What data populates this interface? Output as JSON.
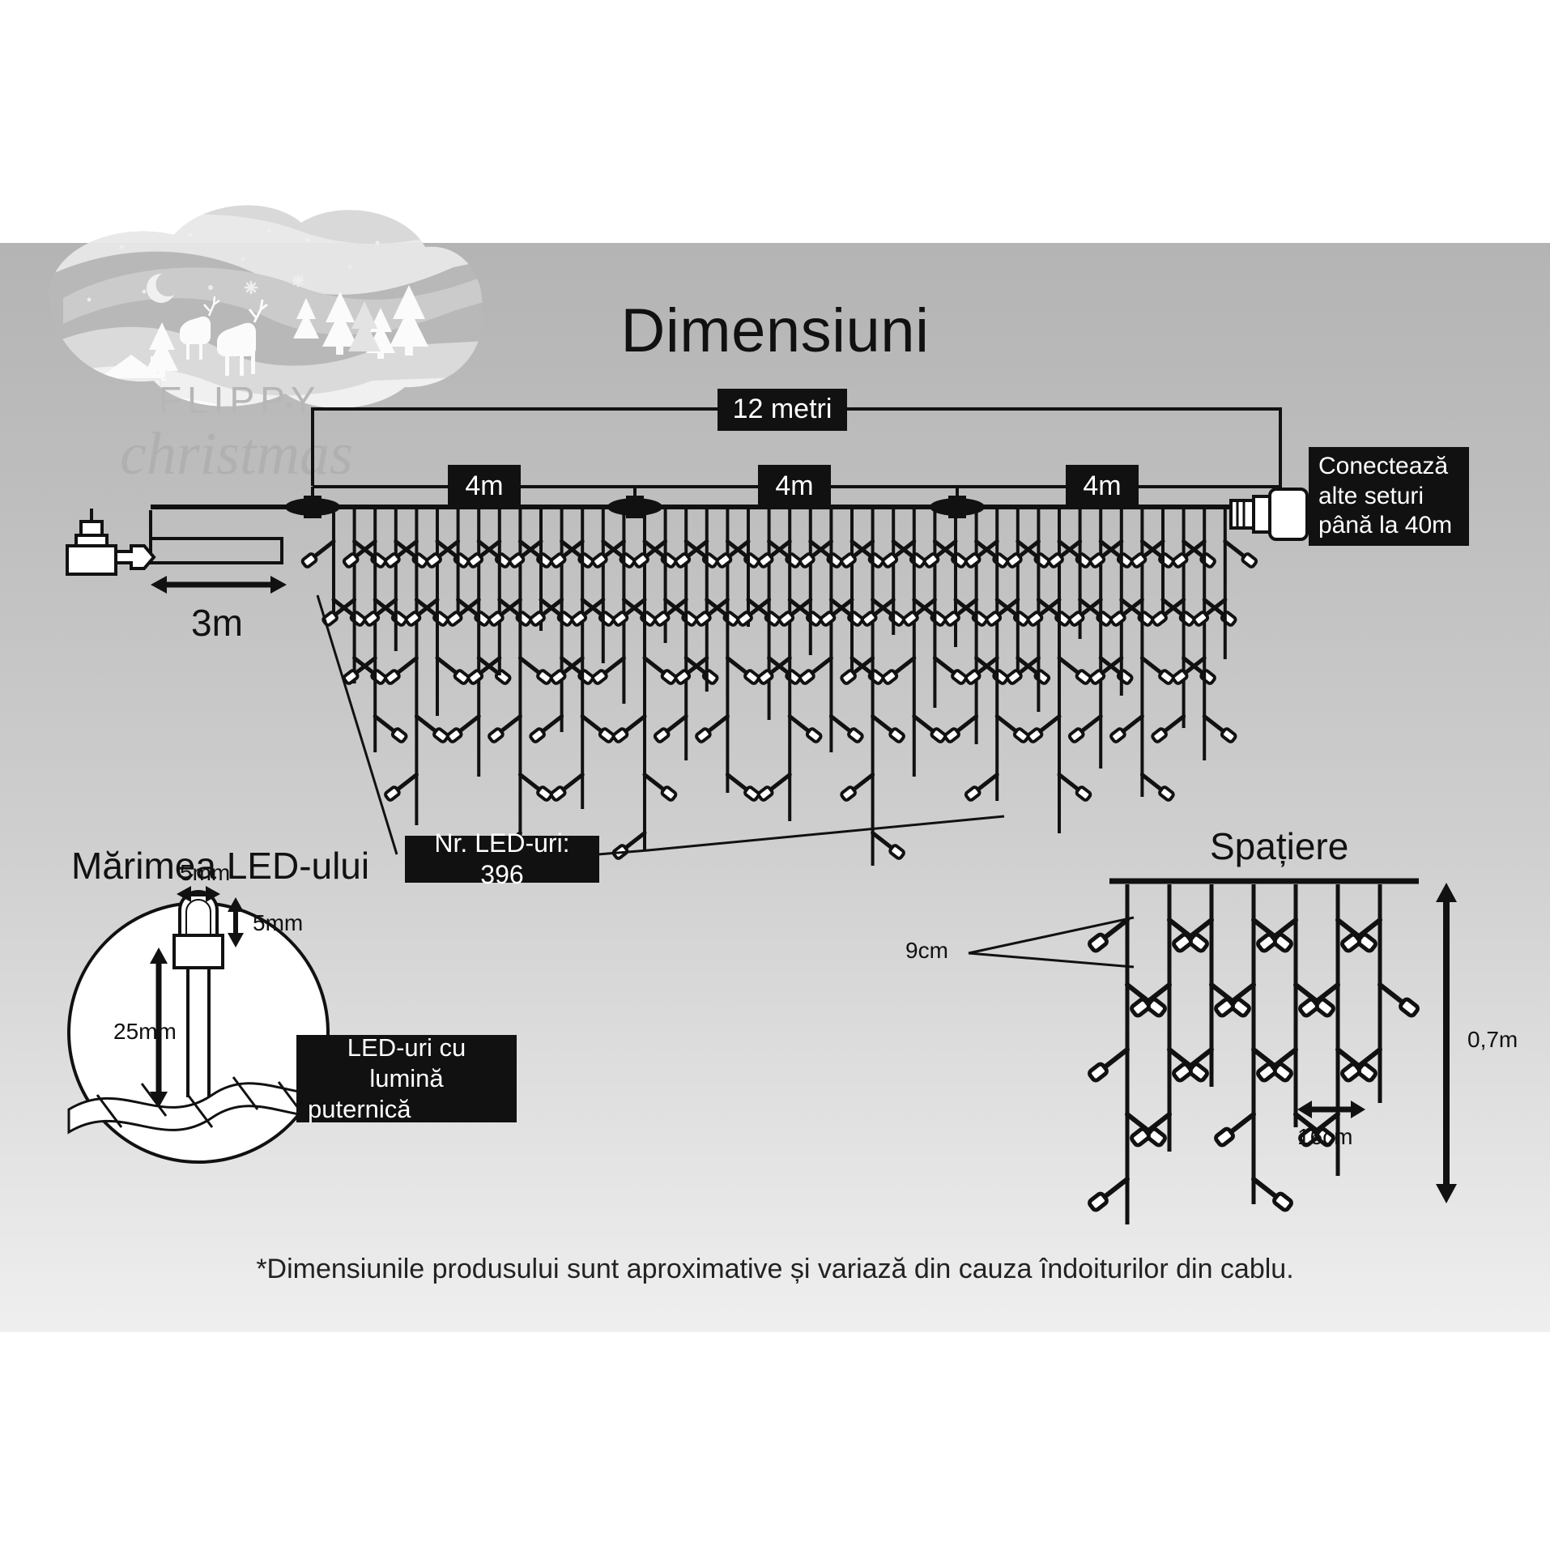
{
  "page": {
    "title": "Dimensiuni",
    "footnote": "*Dimensiunile produsului sunt aproximative și variază din cauza îndoiturilor din cablu.",
    "bg_top": "#b4b4b4",
    "bg_bottom": "#efefef",
    "ink": "#111111"
  },
  "logo": {
    "brand": "FLIPPY",
    "script": "christmas",
    "alt": "winter-scene-logo"
  },
  "main_diagram": {
    "total_length_label": "12 metri",
    "segments": [
      {
        "label": "4m"
      },
      {
        "label": "4m"
      },
      {
        "label": "4m"
      }
    ],
    "lead_cable_label": "3m",
    "led_count_label": "Nr. LED-uri: 396",
    "extend_note": "Conectează\nalte seturi\npână la 40m",
    "extend_line1": "Conectează",
    "extend_line2": "alte seturi",
    "extend_line3": "până la 40m"
  },
  "led_size": {
    "heading": "Mărimea LED-ului",
    "width_label": "5mm",
    "height_label": "5mm",
    "magnified_label": "25mm",
    "note": "LED-uri cu lumină\nputernică",
    "note_line1": "LED-uri cu lumină",
    "note_line2": "puternică"
  },
  "spacing": {
    "heading": "Spațiere",
    "drop_gap_label": "9cm",
    "strand_gap_label": "16cm",
    "drop_height_label": "0,7m"
  }
}
